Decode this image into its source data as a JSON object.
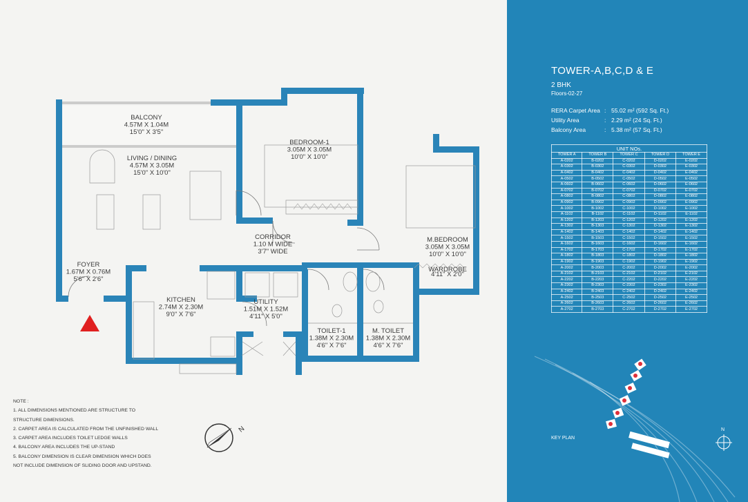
{
  "plan": {
    "rooms": [
      {
        "id": "balcony",
        "name": "BALCONY",
        "dim_m": "4.57M X 1.04M",
        "dim_ft": "15'0\" X 3'5\""
      },
      {
        "id": "living",
        "name": "LIVING / DINING",
        "dim_m": "4.57M X 3.05M",
        "dim_ft": "15'0\" X 10'0\""
      },
      {
        "id": "bedroom1",
        "name": "BEDROOM-1",
        "dim_m": "3.05M X 3.05M",
        "dim_ft": "10'0\" X 10'0\""
      },
      {
        "id": "corridor",
        "name": "CORRIDOR",
        "dim_m": "1.10 M WIDE",
        "dim_ft": "3'7\" WIDE"
      },
      {
        "id": "mbedroom",
        "name": "M.BEDROOM",
        "dim_m": "3.05M X 3.05M",
        "dim_ft": "10'0\" X 10'0\""
      },
      {
        "id": "wardrobe",
        "name": "WARDROBE",
        "dim_m": "4'11\" X 2'0\"",
        "dim_ft": ""
      },
      {
        "id": "foyer",
        "name": "FOYER",
        "dim_m": "1.67M X 0.76M",
        "dim_ft": "5'6\" X 2'6\""
      },
      {
        "id": "kitchen",
        "name": "KITCHEN",
        "dim_m": "2.74M X 2.30M",
        "dim_ft": "9'0\" X 7'6\""
      },
      {
        "id": "utility",
        "name": "UTILITY",
        "dim_m": "1.51M X 1.52M",
        "dim_ft": "4'11\" X 5'0\""
      },
      {
        "id": "toilet1",
        "name": "TOILET-1",
        "dim_m": "1.38M X 2.30M",
        "dim_ft": "4'6\" X 7'6\""
      },
      {
        "id": "mtoilet",
        "name": "M. TOILET",
        "dim_m": "1.38M X 2.30M",
        "dim_ft": "4'6\" X 7'6\""
      }
    ],
    "north_label": "N"
  },
  "notes": {
    "title": "NOTE :",
    "lines": [
      "1.   ALL DIMENSIONS MENTIONED ARE STRUCTURE TO",
      "      STRUCTURE DIMENSIONS.",
      "2.   CARPET AREA IS CALCULATED FROM THE UNFINISHED WALL",
      "3.   CARPET AREA INCLUDES TOILET LEDGE WALLS",
      "4.   BALCONY AREA INCLUDES THE UP-STAND",
      "5.   BALCONY DIMENSION IS CLEAR DIMENSION WHICH DOES",
      "      NOT INCLUDE DIMENSION OF SLIDING DOOR AND UPSTAND."
    ]
  },
  "info": {
    "title": "TOWER-A,B,C,D & E",
    "bhk": "2 BHK",
    "floors": "Floors-02-27",
    "areas": [
      {
        "label": "RERA Carpet Area",
        "sep": ":",
        "value": "55.02 m² (592 Sq. Ft.)"
      },
      {
        "label": "Utility Area",
        "sep": ":",
        "value": "2.29 m² (24 Sq. Ft.)"
      },
      {
        "label": "Balcony Area",
        "sep": ":",
        "value": "5.38 m² (57 Sq. Ft.)"
      }
    ],
    "units_caption": "UNIT NOs.",
    "towers": [
      "TOWER A",
      "TOWER B",
      "TOWER C",
      "TOWER D",
      "TOWER E"
    ],
    "units": [
      [
        "A-0202",
        "B-0202",
        "C-0202",
        "D-0202",
        "E-0202"
      ],
      [
        "A-0302",
        "B-0302",
        "C-0302",
        "D-0302",
        "E-0302"
      ],
      [
        "A-0402",
        "B-0402",
        "C-0402",
        "D-0402",
        "E-0402"
      ],
      [
        "A-0502",
        "B-0502",
        "C-0502",
        "D-0502",
        "E-0502"
      ],
      [
        "A-0602",
        "B-0602",
        "C-0602",
        "D-0602",
        "E-0602"
      ],
      [
        "A-0702",
        "B-0702",
        "C-0702",
        "D-0702",
        "E-0702"
      ],
      [
        "A-0802",
        "B-0802",
        "C-0802",
        "D-0802",
        "E-0802"
      ],
      [
        "A-0902",
        "B-0902",
        "C-0902",
        "D-0902",
        "E-0902"
      ],
      [
        "A-1002",
        "B-1002",
        "C-1002",
        "D-1002",
        "E-1002"
      ],
      [
        "A-1102",
        "B-1102",
        "C-1102",
        "D-1102",
        "E-1102"
      ],
      [
        "A-1202",
        "B-1203",
        "C-1202",
        "D-1202",
        "E-1202"
      ],
      [
        "A-1302",
        "B-1303",
        "C-1302",
        "D-1302",
        "E-1302"
      ],
      [
        "A-1402",
        "B-1403",
        "C-1402",
        "D-1402",
        "E-1402"
      ],
      [
        "A-1502",
        "B-1503",
        "C-1502",
        "D-1502",
        "E-1502"
      ],
      [
        "A-1602",
        "B-1603",
        "C-1602",
        "D-1602",
        "E-1602"
      ],
      [
        "A-1702",
        "B-1703",
        "C-1702",
        "D-1702",
        "E-1702"
      ],
      [
        "A-1802",
        "B-1803",
        "C-1802",
        "D-1802",
        "E-1802"
      ],
      [
        "A-1902",
        "B-1903",
        "C-1902",
        "D-1902",
        "E-1902"
      ],
      [
        "A-2002",
        "B-2003",
        "C-2002",
        "D-2002",
        "E-2002"
      ],
      [
        "A-2102",
        "B-2103",
        "C-2102",
        "D-2102",
        "E-2102"
      ],
      [
        "A-2202",
        "B-2203",
        "C-2202",
        "D-2202",
        "E-2202"
      ],
      [
        "A-2302",
        "B-2303",
        "C-2302",
        "D-2302",
        "E-2302"
      ],
      [
        "A-2402",
        "B-2403",
        "C-2402",
        "D-2402",
        "E-2402"
      ],
      [
        "A-2502",
        "B-2503",
        "C-2502",
        "D-2502",
        "E-2502"
      ],
      [
        "A-2602",
        "B-2603",
        "C-2602",
        "D-2602",
        "E-2602"
      ],
      [
        "A-2702",
        "B-2703",
        "C-2702",
        "D-2702",
        "E-2702"
      ]
    ],
    "key_plan_label": "KEY PLAN",
    "north_label": "N"
  },
  "colors": {
    "wall": "#2a84b8",
    "panel": "#2285b8",
    "entry_marker": "#e02020",
    "highlight": "#e0303a"
  }
}
